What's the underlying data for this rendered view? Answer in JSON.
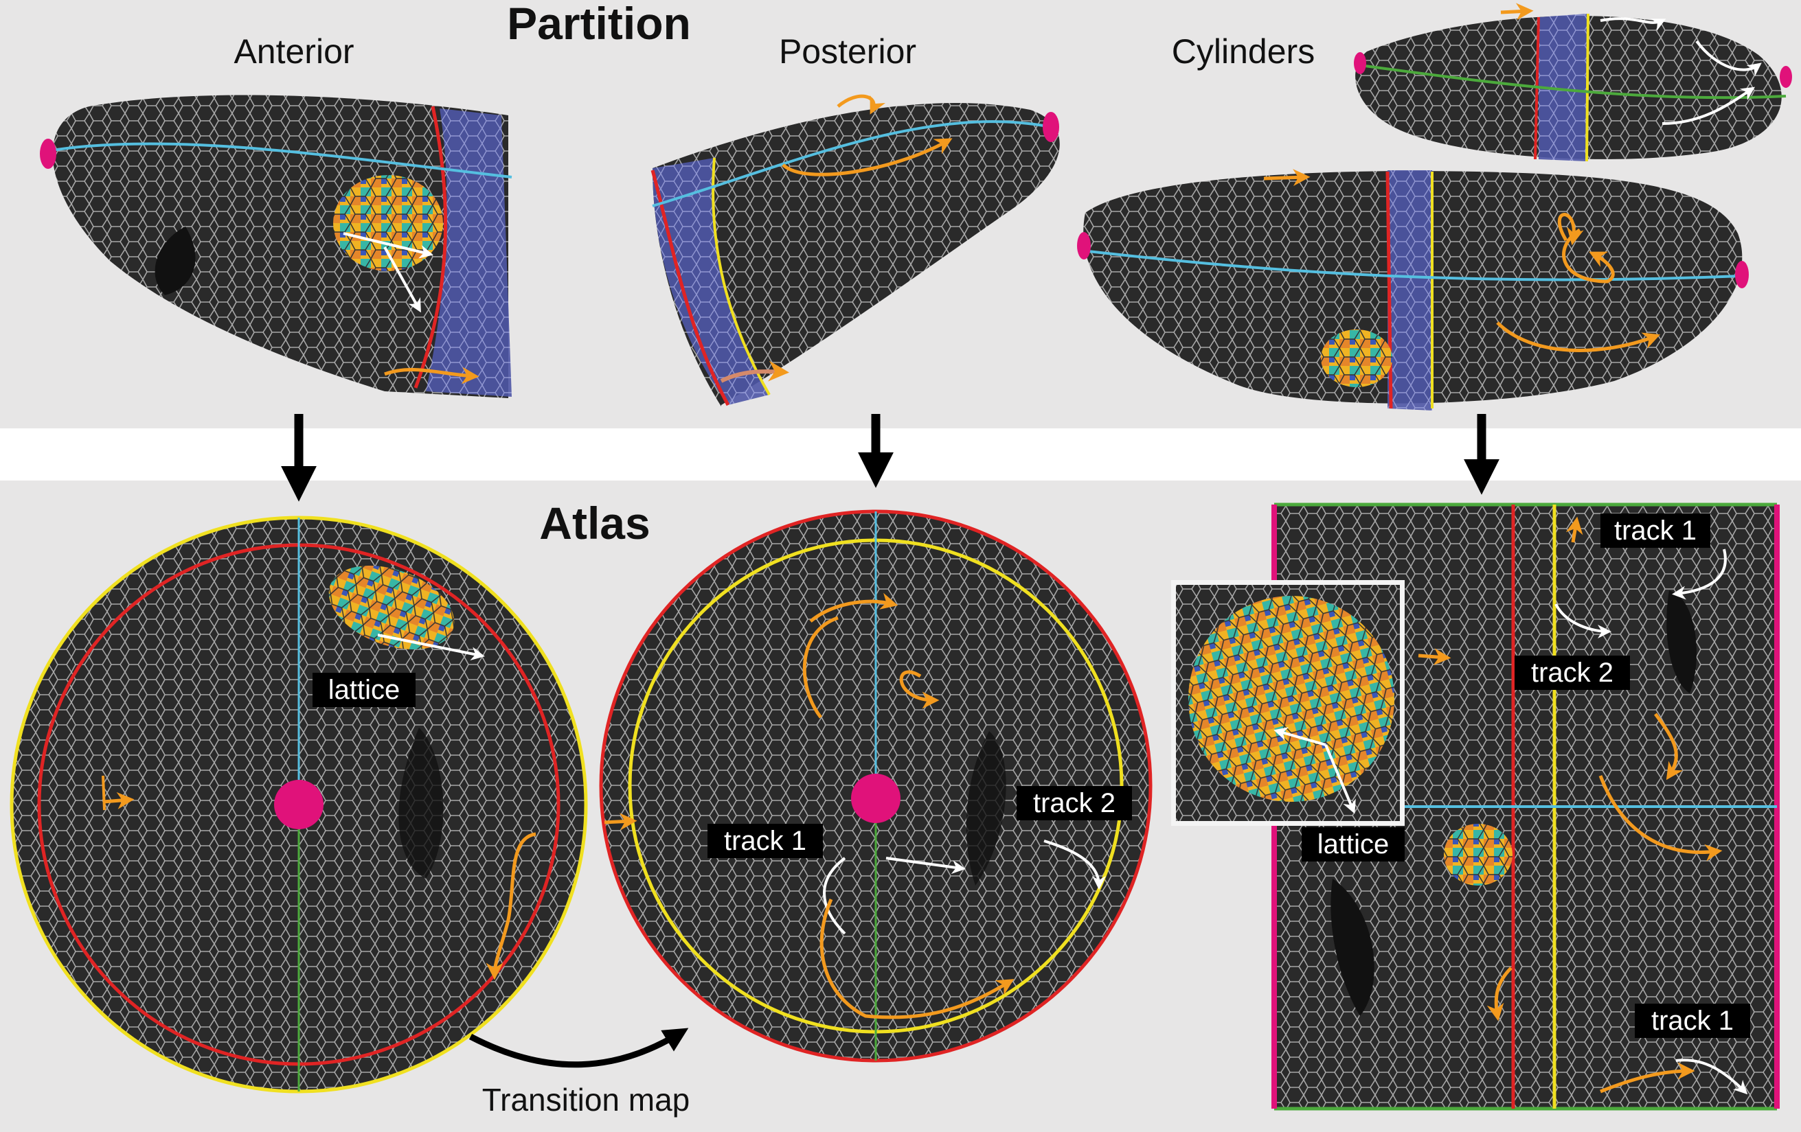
{
  "partition": {
    "title": "Partition",
    "anterior_label": "Anterior",
    "posterior_label": "Posterior",
    "cylinders_label": "Cylinders"
  },
  "atlas": {
    "title": "Atlas",
    "transition_label": "Transition map",
    "labels": {
      "lattice_anterior": "lattice",
      "track1_posterior": "track 1",
      "track2_posterior": "track 2",
      "track1_cyl_top": "track 1",
      "track2_cyl": "track 2",
      "lattice_cyl": "lattice",
      "track1_cyl_bottom": "track 1"
    }
  },
  "colors": {
    "panel_bg": "#e7e6e6",
    "tissue": "#2a2a2a",
    "axis_cyan": "#55bfe0",
    "boundary_red": "#e02424",
    "boundary_yellow": "#f0e020",
    "seam_green": "#4caa3c",
    "pole_magenta": "#e0127a",
    "track_orange": "#f39a1e",
    "overlap_blue": "#5a62b0"
  }
}
